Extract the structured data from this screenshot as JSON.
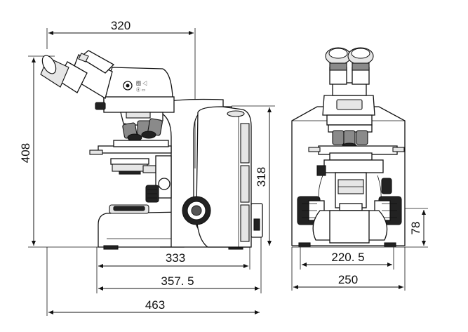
{
  "side_view": {
    "dimensions": {
      "top_width": "320",
      "total_height": "408",
      "pillar_height": "318",
      "base_length": "333",
      "mid_length": "357. 5",
      "total_length": "463"
    },
    "label_text": {
      "line1": "图 ◁",
      "line2": "ⓐ ▭"
    }
  },
  "front_view": {
    "dimensions": {
      "base_width": "220. 5",
      "total_width": "250",
      "knob_height": "78"
    }
  }
}
